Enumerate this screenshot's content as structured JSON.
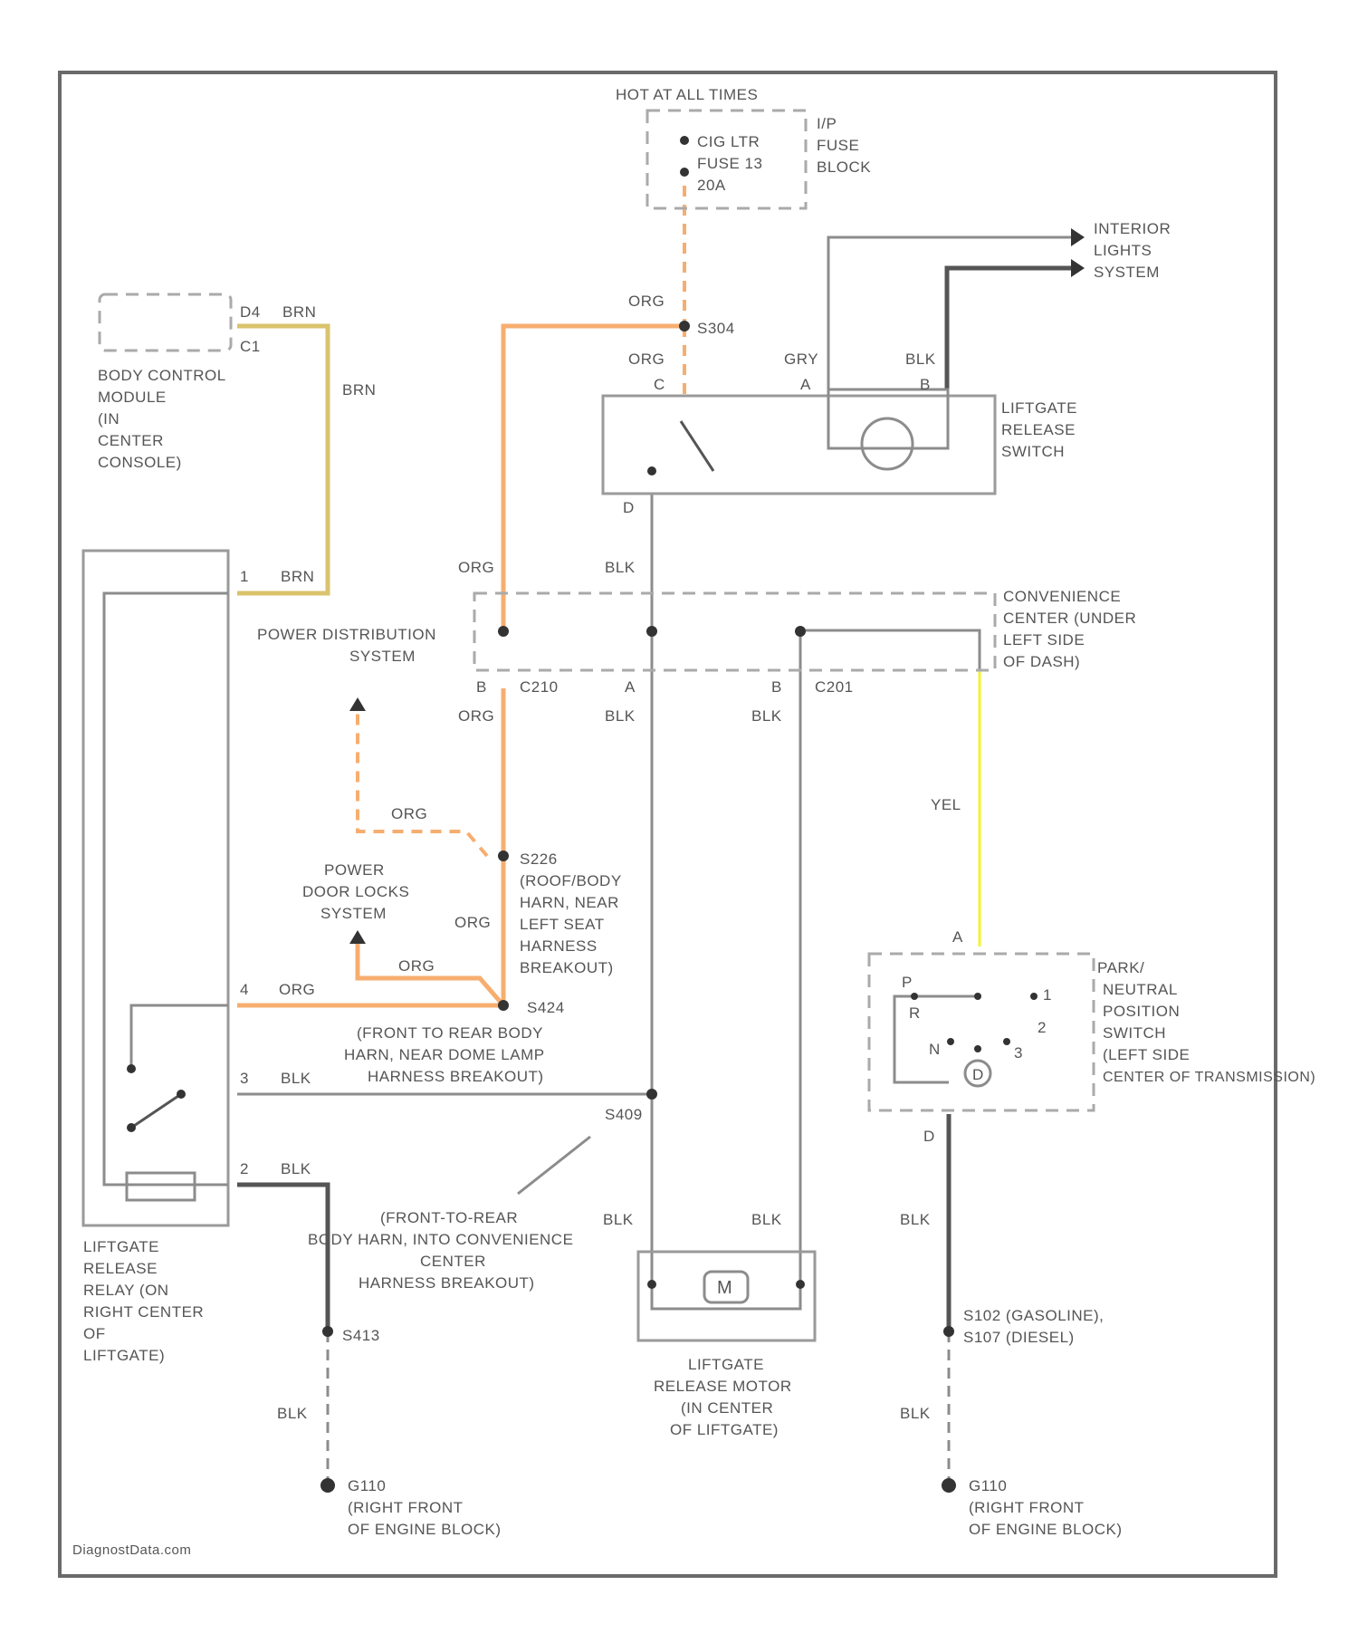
{
  "labels": {
    "hot_at_all_times": "HOT AT ALL TIMES",
    "fuse_l1": "CIG LTR",
    "fuse_l2": "FUSE 13",
    "fuse_l3": "20A",
    "ip_l1": "I/P",
    "ip_l2": "FUSE",
    "ip_l3": "BLOCK",
    "ilights_l1": "INTERIOR",
    "ilights_l2": "LIGHTS",
    "ilights_l3": "SYSTEM",
    "bcm_pin": "D4",
    "bcm_wire": "BRN",
    "bcm_conn": "C1",
    "bcm_l1": "BODY CONTROL",
    "bcm_l2": "MODULE",
    "bcm_l3": "(IN",
    "bcm_l4": "CENTER",
    "bcm_l5": "CONSOLE)",
    "w_org_top": "ORG",
    "splice_s304": "S304",
    "w_org_c": "ORG",
    "w_gry": "GRY",
    "w_blk_b": "BLK",
    "pin_c": "C",
    "pin_a_sw": "A",
    "pin_b_sw": "B",
    "lrs_l1": "LIFTGATE",
    "lrs_l2": "RELEASE",
    "lrs_l3": "SWITCH",
    "pin_d_sw": "D",
    "w_brn_vert": "BRN",
    "relay_pin1": "1",
    "w_brn_relay": "BRN",
    "w_org_mid": "ORG",
    "w_blk_mid": "BLK",
    "cc_l1": "CONVENIENCE",
    "cc_l2": "CENTER (UNDER",
    "cc_l3": "LEFT SIDE",
    "cc_l4": "OF DASH)",
    "pds_l1": "POWER DISTRIBUTION",
    "pds_l2": "SYSTEM",
    "pin_b_c210": "B",
    "c210": "C210",
    "pin_a_c210": "A",
    "pin_b_c201": "B",
    "c201": "C201",
    "w_org_c210": "ORG",
    "w_blk_c210": "BLK",
    "w_blk_c201": "BLK",
    "w_yel": "YEL",
    "w_org_dash": "ORG",
    "s226_l1": "S226",
    "s226_l2": "(ROOF/BODY",
    "s226_l3": "HARN, NEAR",
    "s226_l4": "LEFT SEAT",
    "s226_l5": "HARNESS",
    "s226_l6": "BREAKOUT)",
    "pdl_l1": "POWER",
    "pdl_l2": "DOOR LOCKS",
    "pdl_l3": "SYSTEM",
    "w_org_s226": "ORG",
    "w_org_pdl": "ORG",
    "relay_pin4": "4",
    "w_org_relay": "ORG",
    "splice_s424": "S424",
    "s424_l1": "(FRONT TO REAR BODY",
    "s424_l2": "HARN, NEAR DOME LAMP",
    "s424_l3": "HARNESS BREAKOUT)",
    "pin_a_tr": "A",
    "tr_pin_p": "P",
    "tr_pin_r": "R",
    "tr_pin_n": "N",
    "tr_pin_d": "D",
    "tr_pin_3": "3",
    "tr_pin_2": "2",
    "tr_pin_1": "1",
    "park_l1": "PARK/",
    "park_l2": "NEUTRAL",
    "park_l3": "POSITION",
    "park_l4": "SWITCH",
    "park_l5": "(LEFT SIDE",
    "park_l6": "CENTER OF TRANSMISSION)",
    "relay_pin3": "3",
    "w_blk_relay3": "BLK",
    "splice_s409": "S409",
    "relay_pin2": "2",
    "w_blk_relay2": "BLK",
    "f2r_l1": "(FRONT-TO-REAR",
    "f2r_l2": "BODY HARN, INTO CONVENIENCE",
    "f2r_l3": "CENTER",
    "f2r_l4": "HARNESS BREAKOUT)",
    "w_blk_motor_l": "BLK",
    "w_blk_motor_r": "BLK",
    "pin_d_tr": "D",
    "w_blk_tr": "BLK",
    "relay_l1": "LIFTGATE",
    "relay_l2": "RELEASE",
    "relay_l3": "RELAY (ON",
    "relay_l4": "RIGHT CENTER",
    "relay_l5": "OF",
    "relay_l6": "LIFTGATE)",
    "motor_symbol": "M",
    "motor_l1": "LIFTGATE",
    "motor_l2": "RELEASE MOTOR",
    "motor_l3": "(IN CENTER",
    "motor_l4": "OF LIFTGATE)",
    "splice_s413": "S413",
    "splice_s102_l1": "S102 (GASOLINE),",
    "splice_s102_l2": "S107 (DIESEL)",
    "w_blk_s413": "BLK",
    "w_blk_s102": "BLK",
    "g110_l1": "G110",
    "g110_l2": "(RIGHT FRONT",
    "g110_l3": "OF ENGINE BLOCK)",
    "g110r_l1": "G110",
    "g110r_l2": "(RIGHT FRONT",
    "g110r_l3": "OF ENGINE BLOCK)",
    "watermark": "DiagnostData.com"
  },
  "colors": {
    "org": "#f6ae70",
    "brn": "#d9c36c",
    "yel": "#f2f230",
    "blk": "#555555",
    "gry": "#8c8c8c"
  }
}
